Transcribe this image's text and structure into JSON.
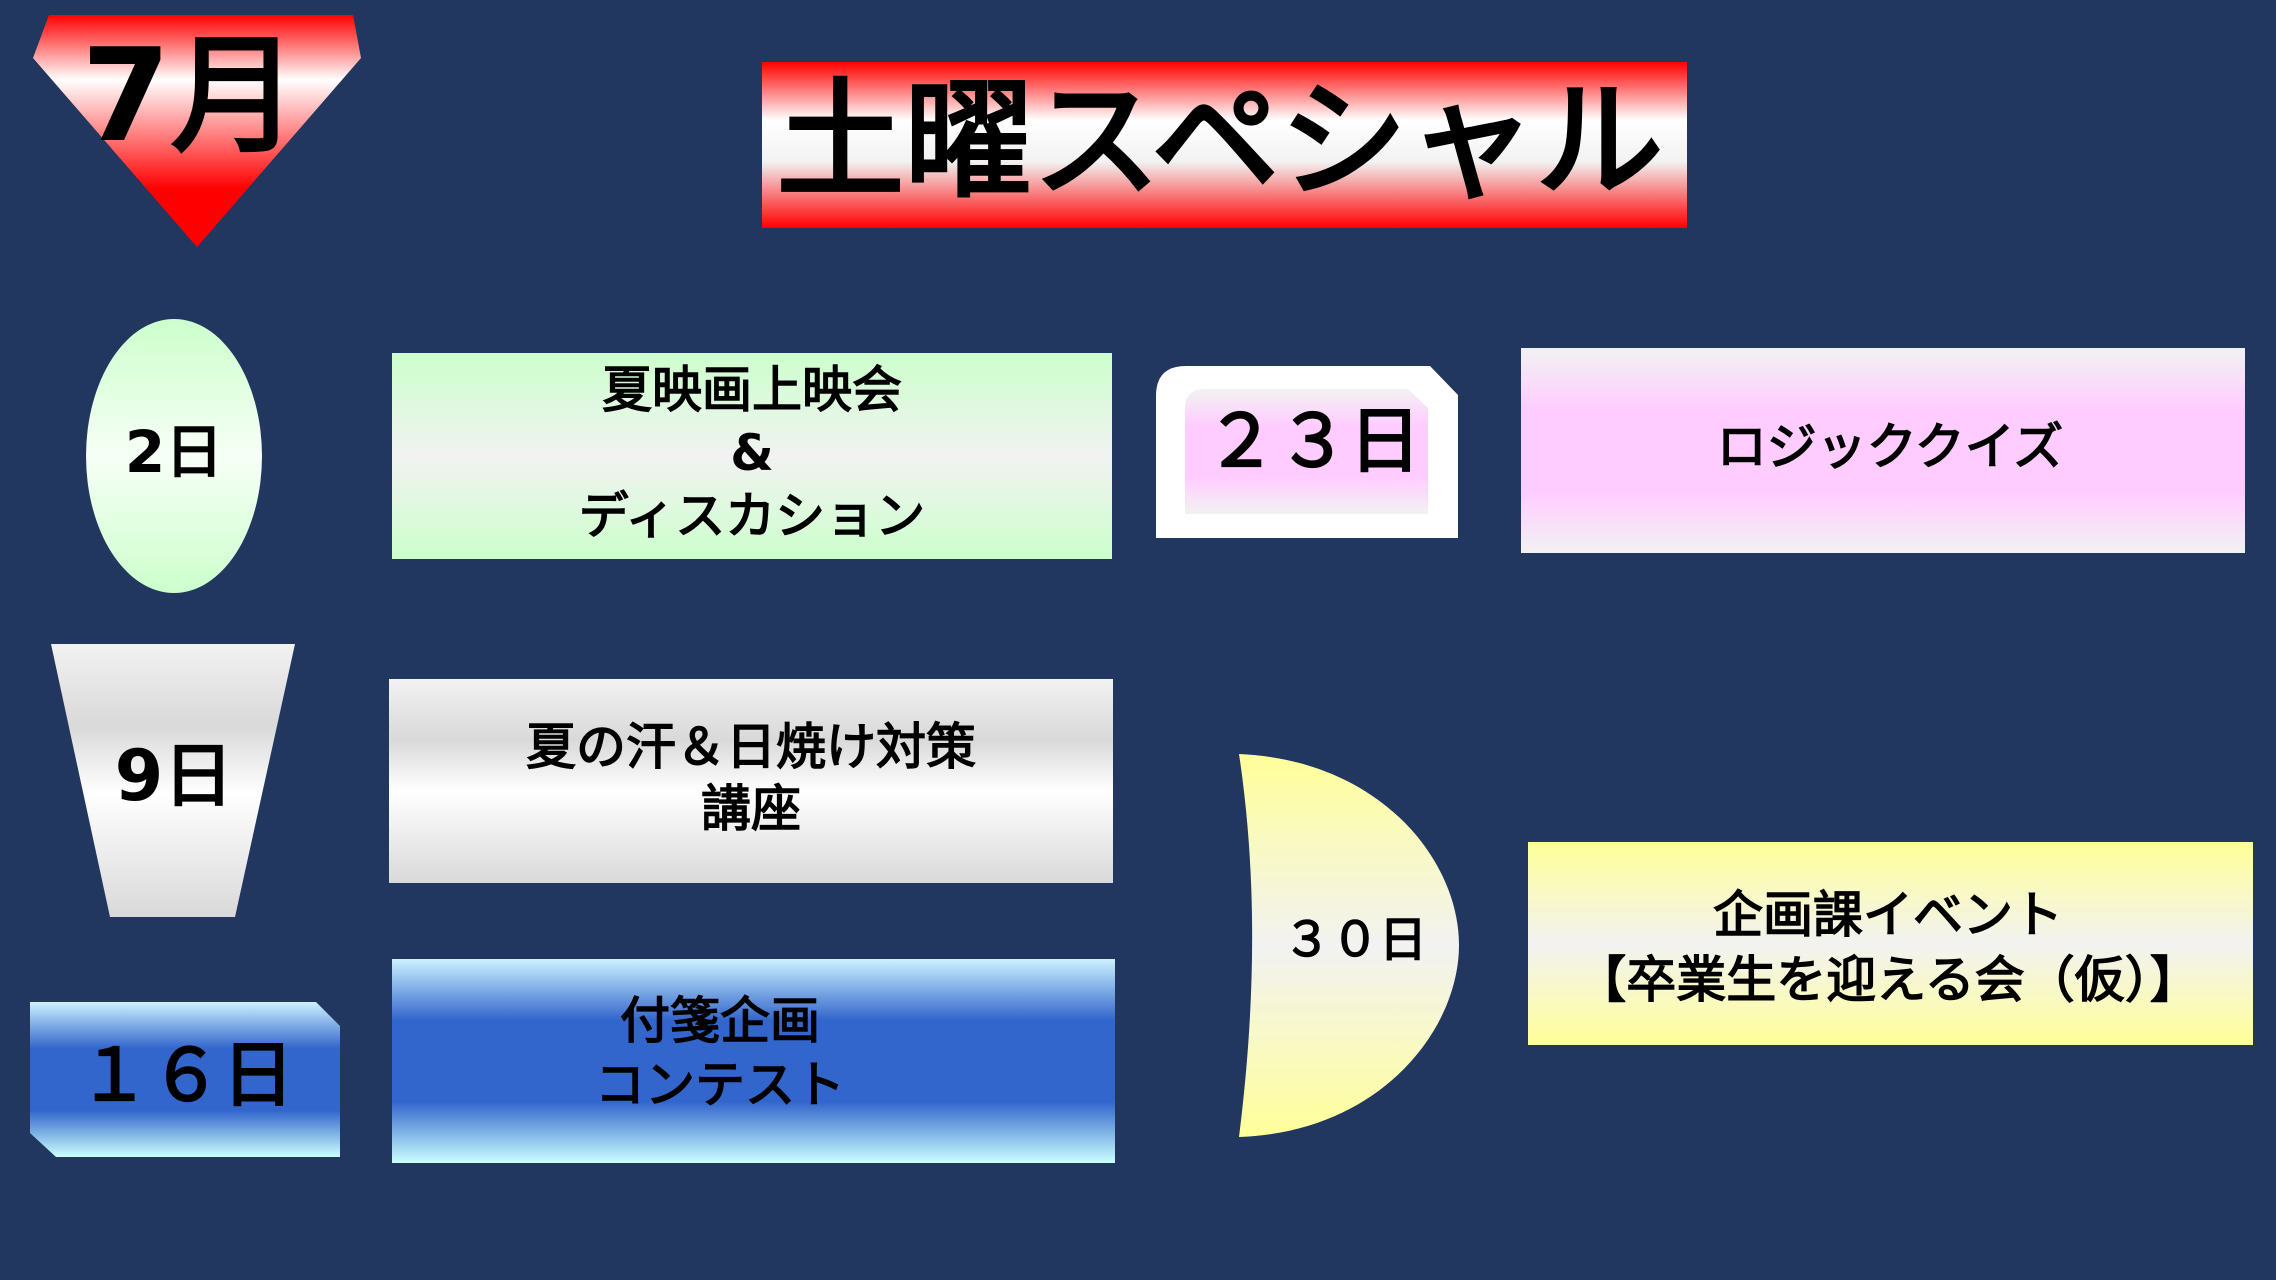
{
  "month": "7月",
  "title": "土曜スペシャル",
  "colors": {
    "background": "#21375f",
    "red": "#ff0000",
    "green": "#ccffcc",
    "pink": "#ffccff",
    "yellow": "#ffff99",
    "blue": "#3366cc",
    "light_gray": "#f2f2f2"
  },
  "events": [
    {
      "date": "2日",
      "lines": [
        "夏映画上映会",
        "&",
        "ディスカション"
      ]
    },
    {
      "date": "9日",
      "lines": [
        "夏の汗＆日焼け対策",
        "講座"
      ]
    },
    {
      "date": "１６日",
      "lines": [
        "付箋企画",
        "コンテスト"
      ]
    },
    {
      "date": "２３日",
      "lines": [
        "ロジッククイズ"
      ]
    },
    {
      "date": "３０日",
      "lines": [
        "企画課イベント",
        "【卒業生を迎える会（仮）】"
      ]
    }
  ]
}
